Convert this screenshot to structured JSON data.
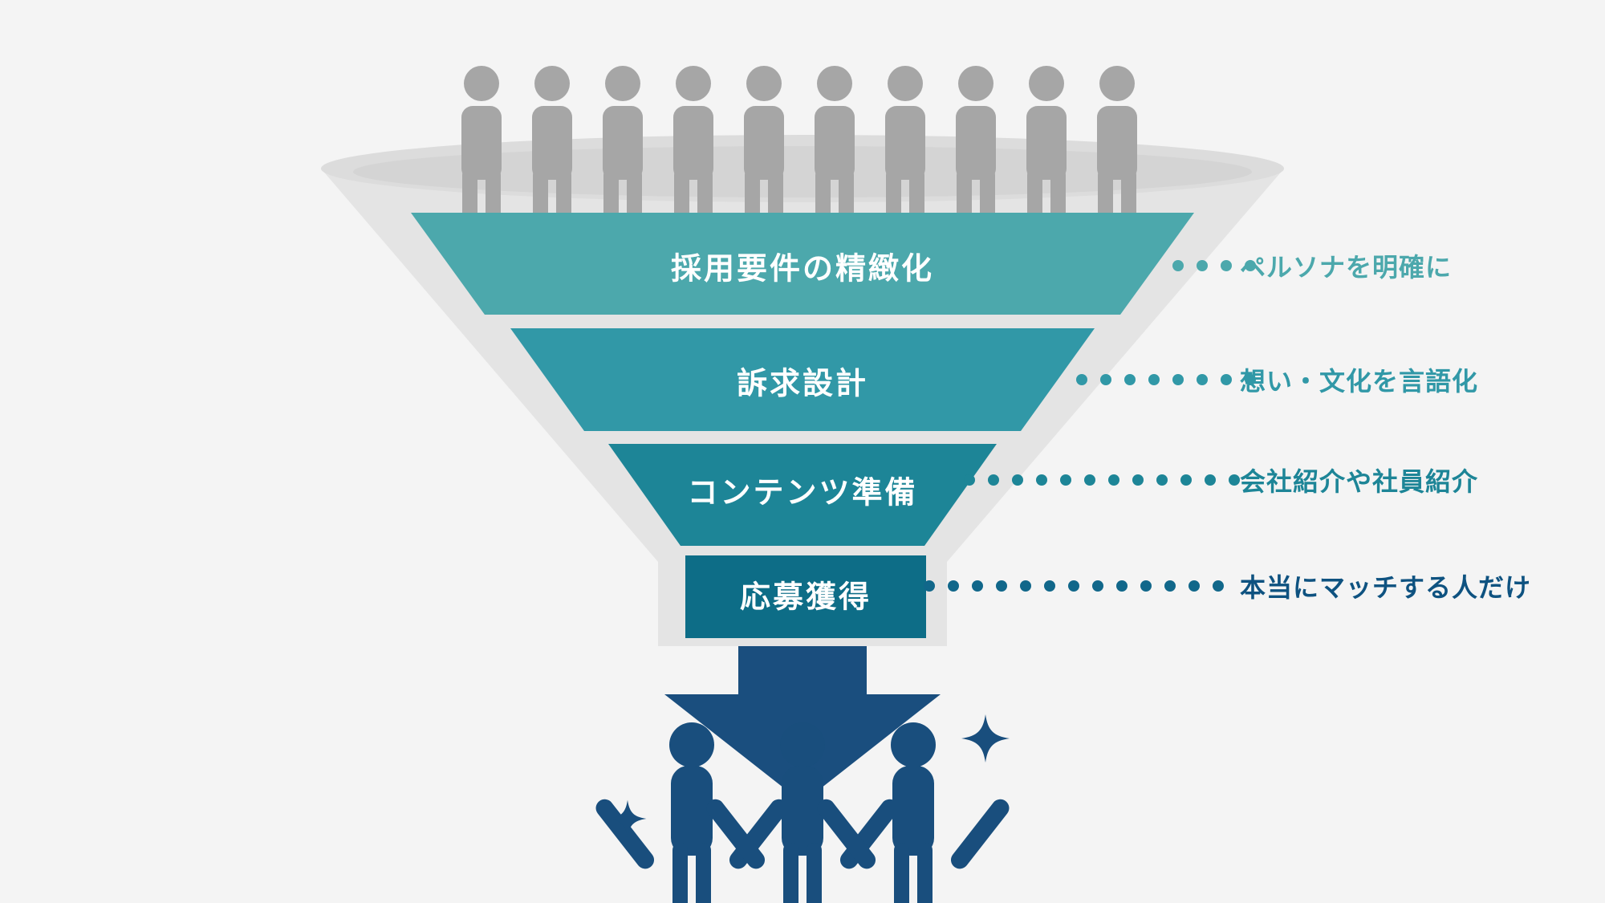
{
  "diagram": {
    "title_present": false,
    "type": "recruitment-funnel",
    "background_color": "#f4f4f4"
  },
  "funnel": {
    "body_color": "#e4e4e4",
    "rim_outer_color": "#dcdcdc",
    "rim_inner_color": "#d4d4d4",
    "neck_color": "#e4e4e4",
    "stages": [
      {
        "label": "採用要件の精緻化",
        "color": "#4ca8ac",
        "annotation": "ペルソナを明確に",
        "annotation_color": "#4ca8ac",
        "leader_dots": 4
      },
      {
        "label": "訴求設計",
        "color": "#3198a7",
        "annotation": "想い・文化を言語化",
        "annotation_color": "#3198a7",
        "leader_dots": 11
      },
      {
        "label": "コンテンツ準備",
        "color": "#1d8597",
        "annotation": "会社紹介や社員紹介",
        "annotation_color": "#1d8597",
        "leader_dots": 18
      },
      {
        "label": "応募獲得",
        "color": "#0d6d87",
        "annotation": "本当にマッチする人だけ",
        "annotation_color": "#0e5280",
        "leader_dots": 21
      }
    ]
  },
  "top_crowd": {
    "icon": "person-standing-icon",
    "count": 10,
    "color": "#a6a6a6",
    "meaning": "many applicants entering the funnel"
  },
  "arrow": {
    "icon": "down-arrow-icon",
    "color": "#1a4e7e"
  },
  "bottom_crowd": {
    "icon": "person-celebrating-icon",
    "count": 3,
    "color": "#194e7d",
    "meaning": "matched hires"
  },
  "sparkles": {
    "icon": "sparkle-icon",
    "count": 2,
    "color": "#194e7d"
  }
}
